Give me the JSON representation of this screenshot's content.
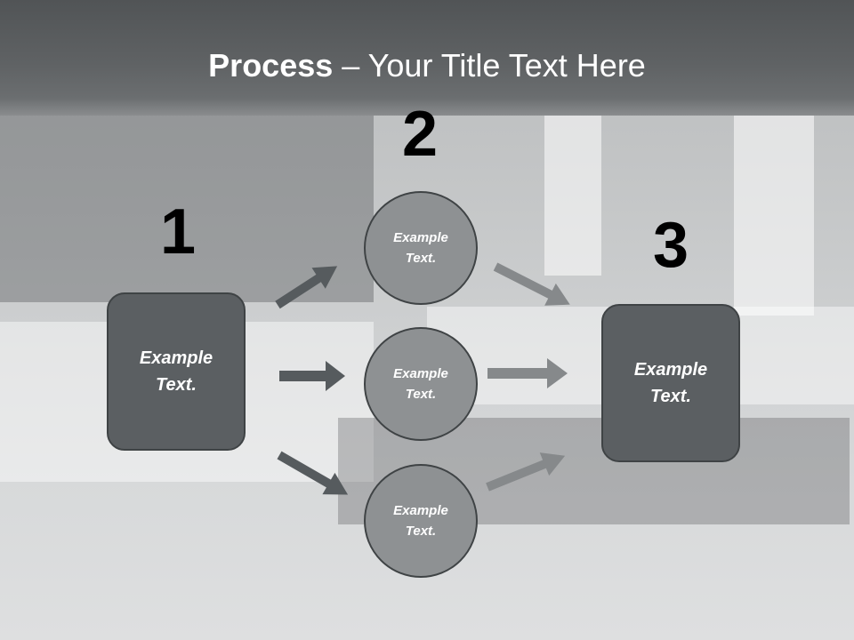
{
  "slide": {
    "title_bold": "Process",
    "title_rest": " – Your Title Text Here",
    "step_numbers": [
      "1",
      "2",
      "3"
    ],
    "left_box_text": "Example Text.",
    "right_box_text": "Example Text.",
    "circles": [
      "Example Text.",
      "Example Text.",
      "Example Text."
    ]
  },
  "colors": {
    "box_fill": "#5b5f62",
    "circle_fill": "#8e9193",
    "arrow_dark": "#565b5e",
    "arrow_light": "#86898b"
  }
}
